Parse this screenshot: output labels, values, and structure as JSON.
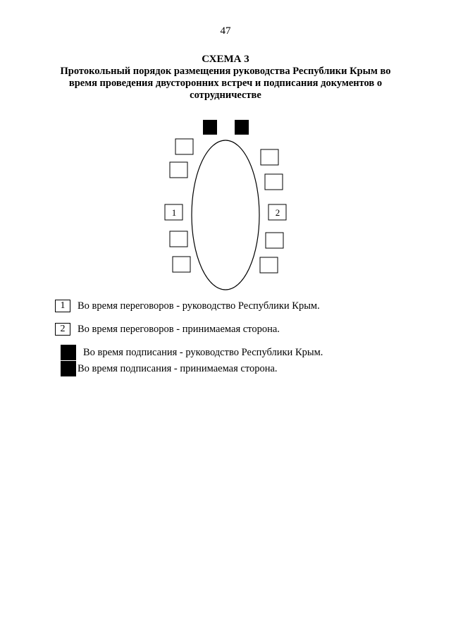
{
  "page_number": "47",
  "title": "СХЕМА 3",
  "subtitle": {
    "line1": "Протокольный порядок размещения руководства Республики Крым во",
    "line2": "время проведения двусторонних встреч и подписания документов о",
    "line3": "сотрудничестве"
  },
  "diagram": {
    "seat_label_left": "1",
    "seat_label_right": "2"
  },
  "legend": [
    {
      "symbol": "1",
      "text": "Во время переговоров - руководство Республики Крым."
    },
    {
      "symbol": "2",
      "text": "Во время переговоров - принимаемая сторона."
    },
    {
      "symbol": "",
      "text": "Во время подписания - руководство Республики Крым."
    },
    {
      "symbol": "",
      "text": "Во время подписания - принимаемая сторона."
    }
  ]
}
